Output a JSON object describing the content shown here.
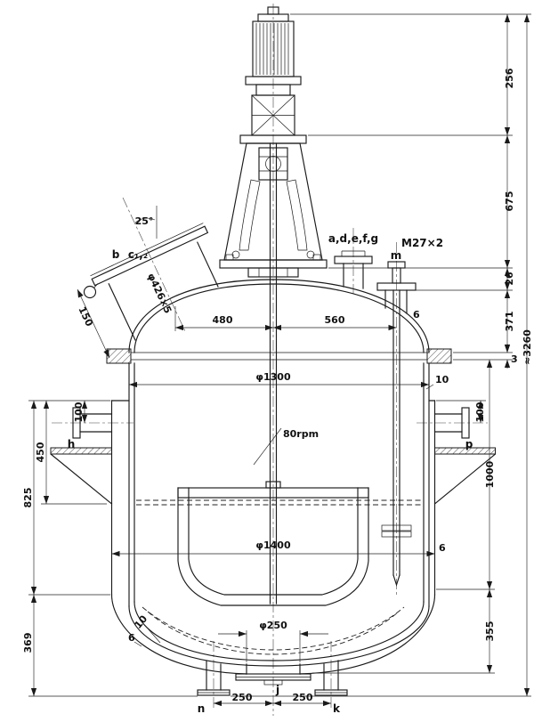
{
  "colors": {
    "ink": "#1a1a1a",
    "paper": "#ffffff"
  },
  "labels": {
    "dim_256": "256",
    "dim_675": "675",
    "dim_26": "26",
    "dim_371": "371",
    "dim_3": "3",
    "dim_total": "≈3260",
    "dim_1000": "1000",
    "dim_355": "355",
    "dim_825": "825",
    "dim_450": "450",
    "dim_369": "369",
    "dim_100_left": "100",
    "dim_100_right": "100",
    "dim_480": "480",
    "dim_560": "560",
    "dim_1300": "φ1300",
    "dim_1400": "φ1400",
    "dim_250_bottom": "φ250",
    "dim_250_left": "250",
    "dim_250_right": "250",
    "dim_150": "150",
    "manhole_size": "φ426×5",
    "angle": "25°",
    "speed": "80rpm",
    "thread": "M27×2",
    "thk_6_top": "6",
    "thk_10_shell": "10",
    "thk_6_jacket": "6",
    "thk_10_bottom": "10",
    "thk_6_bottom": "6",
    "nozzle_b": "b",
    "nozzle_c": "c₁,₂",
    "nozzle_top_group": "a,d,e,f,g",
    "nozzle_m": "m",
    "nozzle_h": "h",
    "nozzle_p": "p",
    "nozzle_j": "j",
    "leg_n": "n",
    "leg_k": "k"
  }
}
